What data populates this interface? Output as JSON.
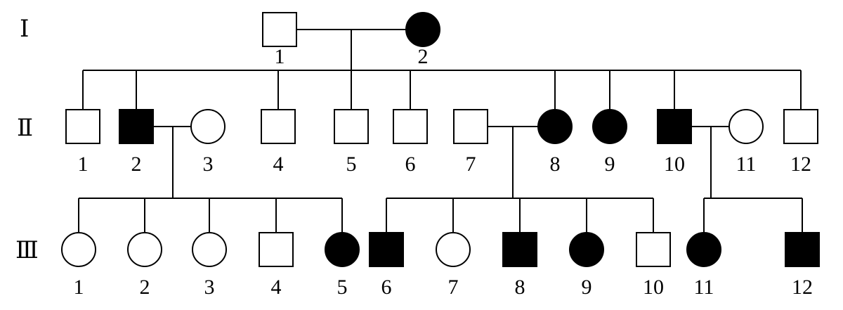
{
  "generations": [
    {
      "label": "Ⅰ",
      "individuals": [
        {
          "id": "I-1",
          "number": "1",
          "sex": "male",
          "affected": false
        },
        {
          "id": "I-2",
          "number": "2",
          "sex": "female",
          "affected": true
        }
      ]
    },
    {
      "label": "Ⅱ",
      "individuals": [
        {
          "id": "II-1",
          "number": "1",
          "sex": "male",
          "affected": false
        },
        {
          "id": "II-2",
          "number": "2",
          "sex": "male",
          "affected": true
        },
        {
          "id": "II-3",
          "number": "3",
          "sex": "female",
          "affected": false
        },
        {
          "id": "II-4",
          "number": "4",
          "sex": "male",
          "affected": false
        },
        {
          "id": "II-5",
          "number": "5",
          "sex": "male",
          "affected": false
        },
        {
          "id": "II-6",
          "number": "6",
          "sex": "male",
          "affected": false
        },
        {
          "id": "II-7",
          "number": "7",
          "sex": "male",
          "affected": false
        },
        {
          "id": "II-8",
          "number": "8",
          "sex": "female",
          "affected": true
        },
        {
          "id": "II-9",
          "number": "9",
          "sex": "female",
          "affected": true
        },
        {
          "id": "II-10",
          "number": "10",
          "sex": "male",
          "affected": true
        },
        {
          "id": "II-11",
          "number": "11",
          "sex": "female",
          "affected": false
        },
        {
          "id": "II-12",
          "number": "12",
          "sex": "male",
          "affected": false
        }
      ]
    },
    {
      "label": "Ⅲ",
      "individuals": [
        {
          "id": "III-1",
          "number": "1",
          "sex": "female",
          "affected": false
        },
        {
          "id": "III-2",
          "number": "2",
          "sex": "female",
          "affected": false
        },
        {
          "id": "III-3",
          "number": "3",
          "sex": "female",
          "affected": false
        },
        {
          "id": "III-4",
          "number": "4",
          "sex": "male",
          "affected": false
        },
        {
          "id": "III-5",
          "number": "5",
          "sex": "female",
          "affected": true
        },
        {
          "id": "III-6",
          "number": "6",
          "sex": "male",
          "affected": true
        },
        {
          "id": "III-7",
          "number": "7",
          "sex": "female",
          "affected": false
        },
        {
          "id": "III-8",
          "number": "8",
          "sex": "male",
          "affected": true
        },
        {
          "id": "III-9",
          "number": "9",
          "sex": "female",
          "affected": true
        },
        {
          "id": "III-10",
          "number": "10",
          "sex": "male",
          "affected": false
        },
        {
          "id": "III-11",
          "number": "11",
          "sex": "female",
          "affected": true
        },
        {
          "id": "III-12",
          "number": "12",
          "sex": "male",
          "affected": true
        }
      ]
    }
  ],
  "couples": [
    {
      "partners": [
        "I-1",
        "I-2"
      ],
      "children": [
        "II-1",
        "II-2",
        "II-4",
        "II-5",
        "II-6",
        "II-8",
        "II-9",
        "II-10",
        "II-12"
      ]
    },
    {
      "partners": [
        "II-2",
        "II-3"
      ],
      "children": [
        "III-1",
        "III-2",
        "III-3",
        "III-4",
        "III-5"
      ]
    },
    {
      "partners": [
        "II-7",
        "II-8"
      ],
      "children": [
        "III-6",
        "III-7",
        "III-8",
        "III-9",
        "III-10"
      ]
    },
    {
      "partners": [
        "II-10",
        "II-11"
      ],
      "children": [
        "III-11",
        "III-12"
      ]
    }
  ],
  "colors": {
    "affected": "#000000",
    "unaffected": "#ffffff",
    "line": "#000000"
  }
}
